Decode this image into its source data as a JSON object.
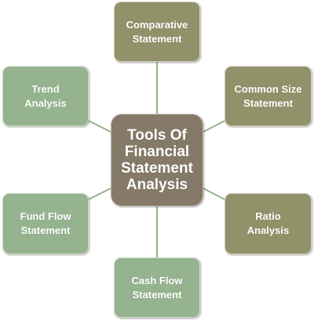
{
  "colors": {
    "center_fill": "#857967",
    "olive_fill": "#91916a",
    "green_fill": "#94b38e",
    "connector": "#94b38e"
  },
  "center": {
    "label": "Tools Of\nFinancial\nStatement\nAnalysis"
  },
  "nodes": {
    "comparative": {
      "label": "Comparative\nStatement"
    },
    "common_size": {
      "label": "Common Size\nStatement"
    },
    "ratio": {
      "label": "Ratio\nAnalysis"
    },
    "cash_flow": {
      "label": "Cash Flow\nStatement"
    },
    "fund_flow": {
      "label": "Fund Flow\nStatement"
    },
    "trend": {
      "label": "Trend\nAnalysis"
    }
  }
}
